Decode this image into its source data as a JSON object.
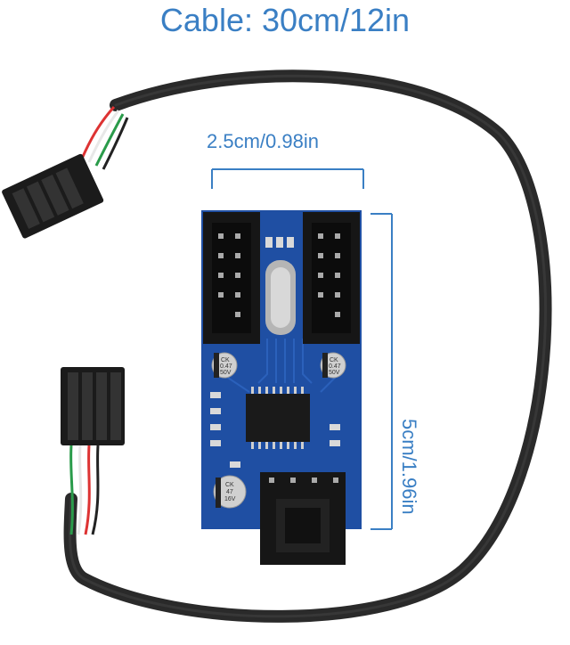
{
  "caption": {
    "cable_length": "Cable: 30cm/12in"
  },
  "dimensions": {
    "width": "2.5cm/0.98in",
    "height": "5cm/1.96in"
  },
  "board": {
    "capacitor_small": [
      "CK",
      "0.47",
      "50V"
    ],
    "capacitor_large": [
      "CK",
      "47",
      "16V"
    ]
  },
  "colors": {
    "accent_text": "#3a7fc4",
    "pcb": "#1f4fa3",
    "cable": "#2a2a2a"
  }
}
